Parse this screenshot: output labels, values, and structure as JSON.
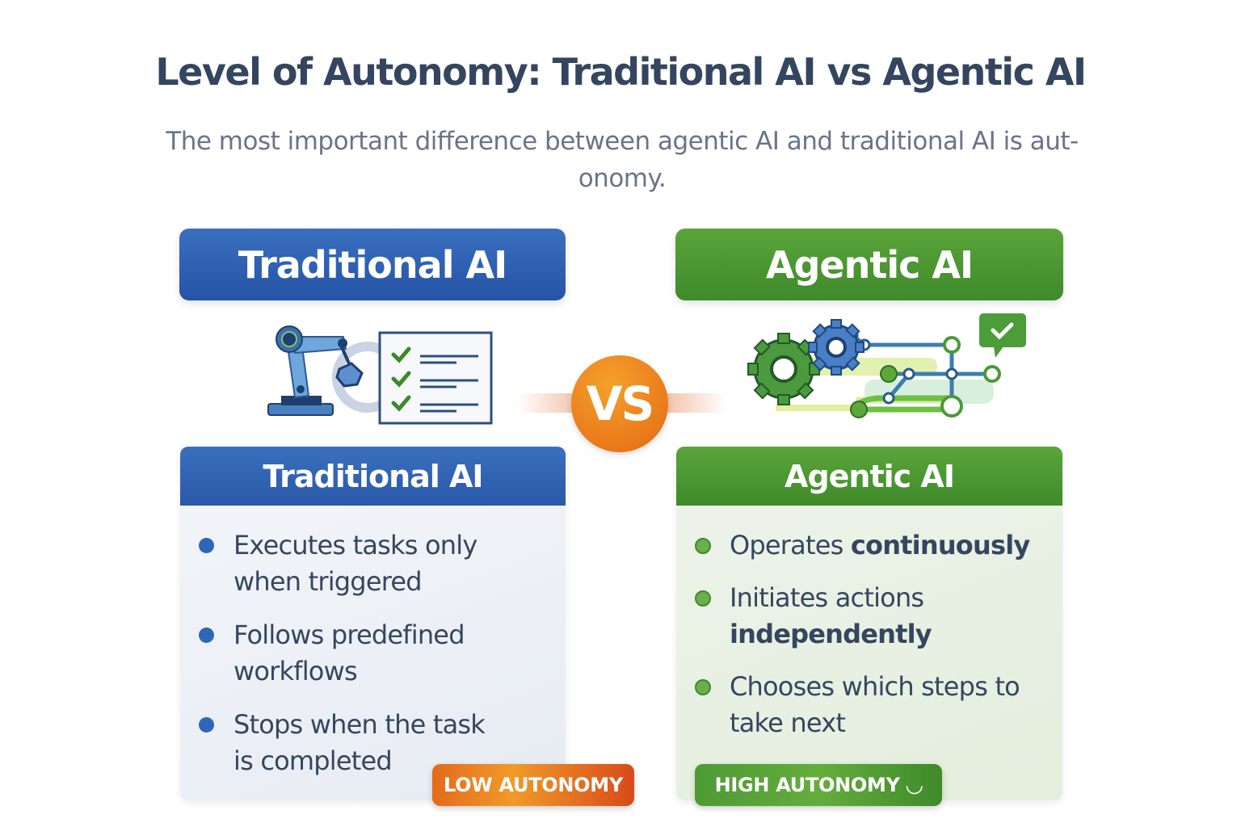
{
  "title": "Level of Autonomy: Traditional AI vs Agentic AI",
  "subtitle": "The most important difference between agentic AI and traditional AI is aut-onomy.",
  "vs_label": "VS",
  "traditional": {
    "header": "Traditional AI",
    "card_title": "Traditional AI",
    "illustration": "robot-arm-checklist-icon",
    "accent_color": "#2a5aa8",
    "bullets": [
      {
        "text": "Executes tasks only when triggered",
        "bold": ""
      },
      {
        "text": "Follows predefined workflows",
        "bold": ""
      },
      {
        "text": "Stops when the task is completed",
        "bold": ""
      }
    ],
    "badge": "LOW AUTONOMY"
  },
  "agentic": {
    "header": "Agentic AI",
    "card_title": "Agentic AI",
    "illustration": "gears-network-check-icon",
    "accent_color": "#45902d",
    "bullets": [
      {
        "text": "Operates ",
        "bold": "continuously"
      },
      {
        "text": "Initiates actions ",
        "bold": "independently"
      },
      {
        "text": "Chooses which steps to take next",
        "bold": ""
      }
    ],
    "badge": "HIGH AUTONOMY",
    "badge_icon": "smile-icon"
  }
}
